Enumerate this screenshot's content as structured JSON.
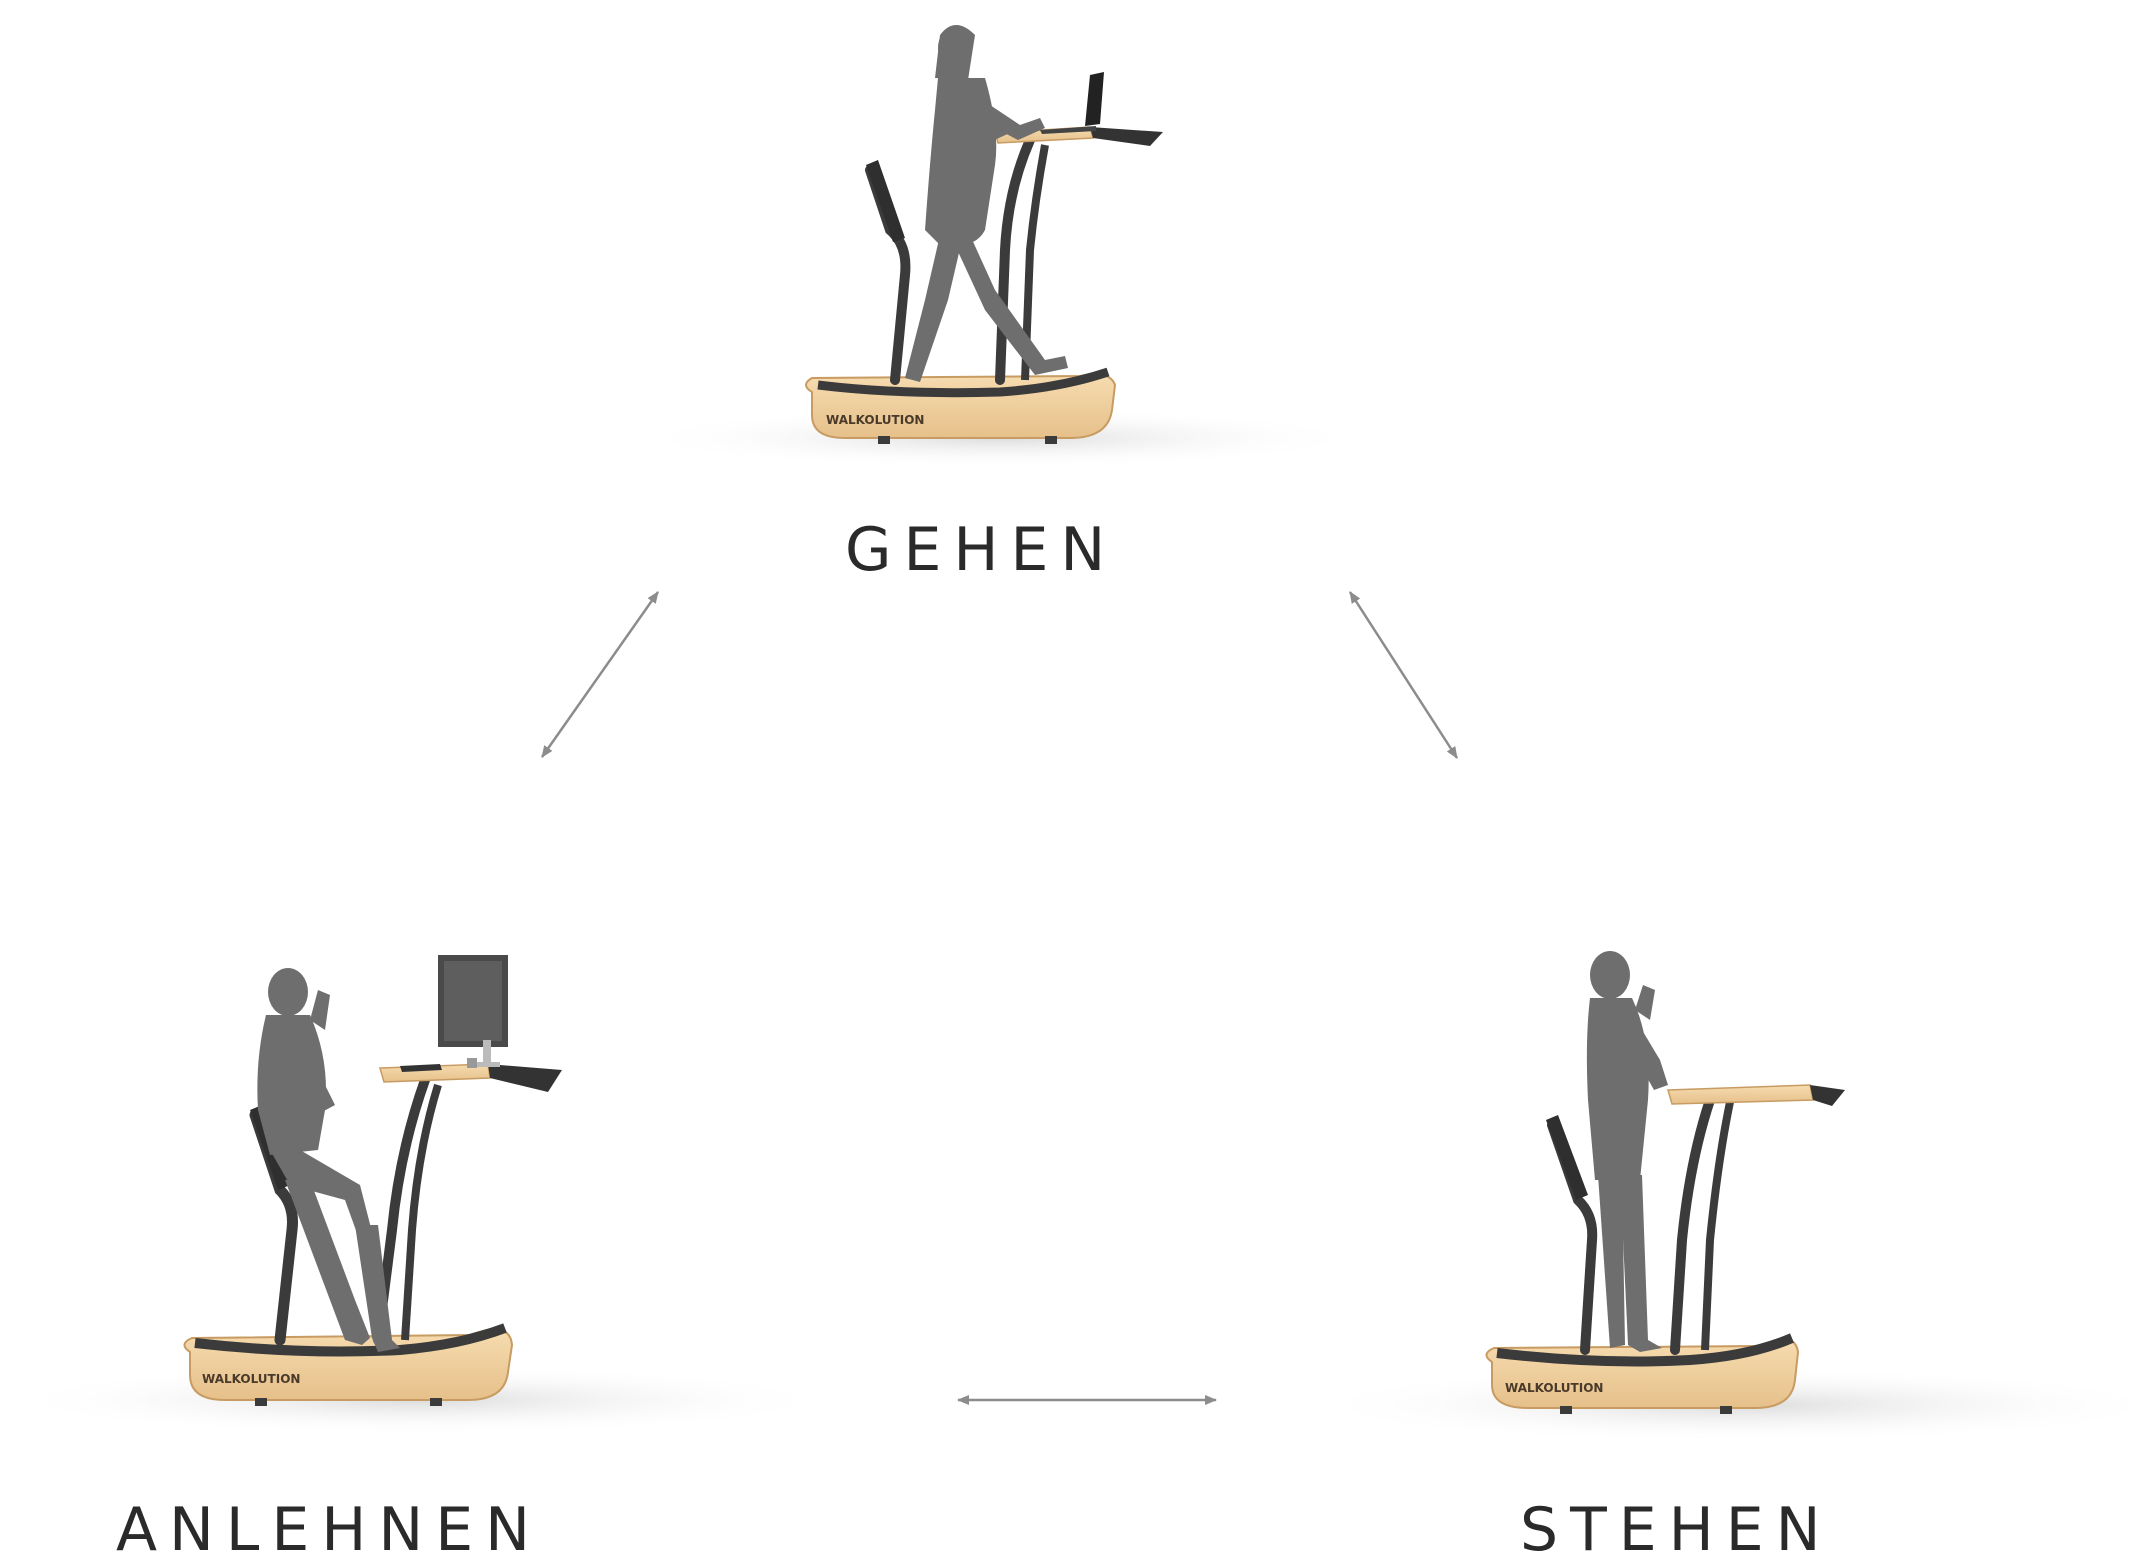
{
  "positions": {
    "top": {
      "label": "GEHEN",
      "brand": "WALKOLUTION"
    },
    "bottom_left": {
      "label": "ANLEHNEN",
      "brand": "WALKOLUTION"
    },
    "bottom_right": {
      "label": "STEHEN",
      "brand": "WALKOLUTION"
    }
  },
  "colors": {
    "wood": "#f0cf9c",
    "frame": "#3b3b3b",
    "figure": "#6e6e6e",
    "arrow": "#8c8c8c",
    "text": "#2a2a2a"
  }
}
